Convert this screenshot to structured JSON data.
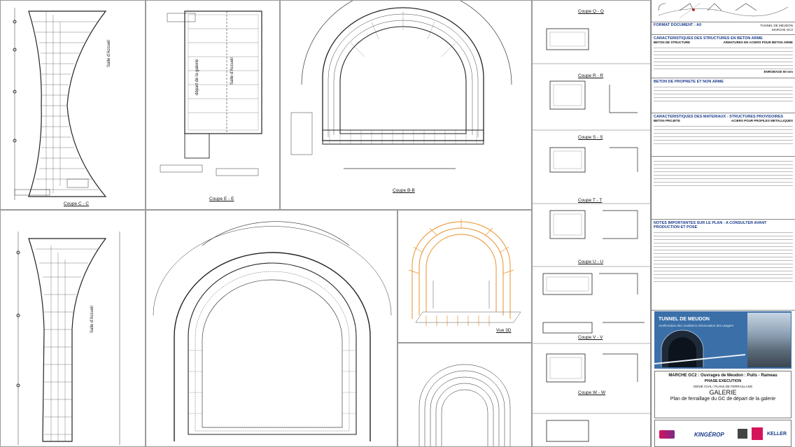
{
  "drawing": {
    "project": "TUNNEL DE MEUDON",
    "lot": "MARCHE GC2",
    "phase": "PHASE EXECUTION",
    "discipline": "GENIE CIVIL / PLANS DE FERRAILLAGE",
    "title_main": "GALERIE",
    "title_sub": "Plan de ferraillage du GC de départ de la galerie",
    "market_line": "MARCHE GC2 : Ouvrages de Meudon : Puits - Rameau",
    "format_label": "FORMAT DOCUMENT : A0",
    "banner_title": "TUNNEL DE MEUDON",
    "banner_sub": "Amélioration des conditions d'évacuation des usagers"
  },
  "sections": {
    "coupe_cc": "Coupe C - C",
    "coupe_ee": "Coupe E - E",
    "coupe_bb": "Coupe B-B",
    "coupe_qq": "Coupe Q - Q",
    "coupe_rr": "Coupe R - R",
    "coupe_ss": "Coupe S - S",
    "coupe_tt": "Coupe T - T",
    "coupe_uu": "Coupe U - U",
    "coupe_vv": "Coupe V - V",
    "coupe_ww": "Coupe W - W",
    "vue_3d": "Vue 3D"
  },
  "labels": {
    "salle": "Salle d'Accueil",
    "depart": "départ de la galerie"
  },
  "spec_headers": {
    "beton": "CARACTERISTIQUES DES STRUCTURES EN BETON ARME",
    "beton_structure": "BETON DE STRUCTURE",
    "armatures": "ARMATURES EN ACIERS POUR BETON ARME",
    "beton_propreté": "BETON DE PROPRETE ET NON ARME",
    "materiaux": "CARACTERISTIQUES DES MATERIAUX - STRUCTURES PROVISOIRES",
    "beton_projete": "BETON PROJETE",
    "aciers": "ACIERS POUR PROFILES METALLIQUES",
    "notes": "NOTES IMPORTANTES SUR LE PLAN - A CONSULTER AVANT PRODUCTION ET POSE",
    "enrobage": "ENROBAGE",
    "enrobage_val": "50 mm"
  },
  "logos": {
    "kingerop": "KINGÉROP",
    "keller": "KELLER"
  },
  "colors": {
    "accent_blue": "#1a3b8c",
    "banner": "#3a6fa8",
    "rebar_orange": "#e8902a"
  }
}
